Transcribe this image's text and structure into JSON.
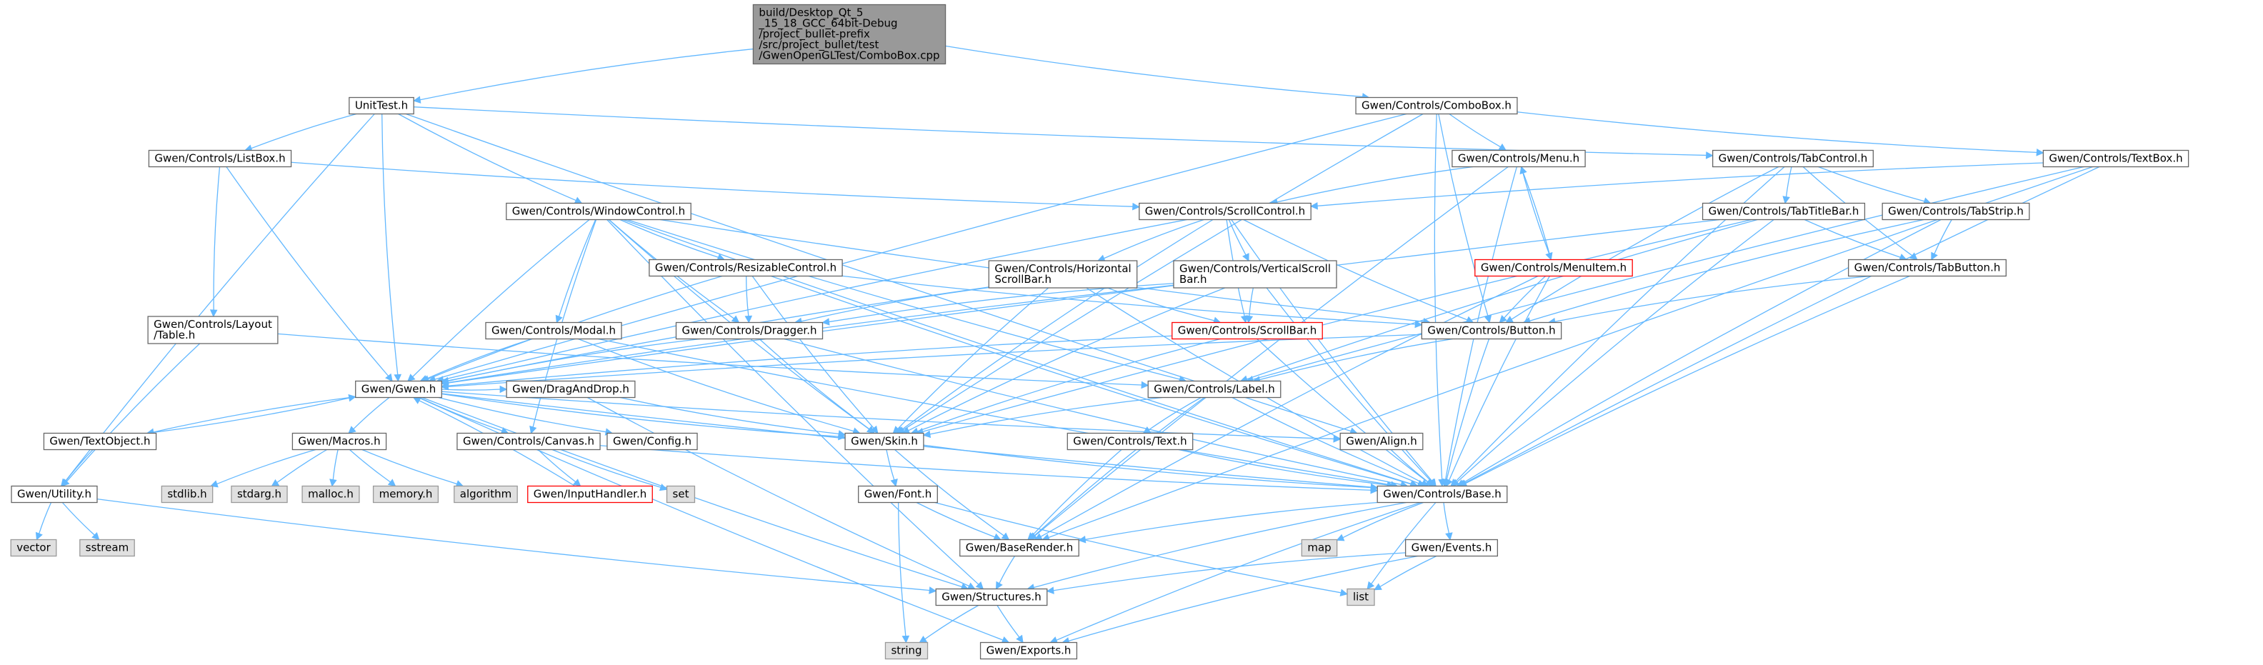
{
  "colors": {
    "edge": "#63b8ff",
    "node_border": "#666666",
    "node_border_incomplete": "#ff0000",
    "root_fill": "#999999",
    "node_fill": "#ffffff",
    "system_fill": "#e0e0e0",
    "system_border": "#999999"
  },
  "nodes": [
    {
      "id": "root",
      "lines": [
        "build/Desktop_Qt_5",
        "_15_18_GCC_64bit-Debug",
        "/project_bullet-prefix",
        "/src/project_bullet/test",
        "/GwenOpenGLTest/ComboBox.cpp"
      ],
      "kind": "root"
    },
    {
      "id": "unittest",
      "lines": [
        "UnitTest.h"
      ],
      "kind": "normal"
    },
    {
      "id": "combobox",
      "lines": [
        "Gwen/Controls/ComboBox.h"
      ],
      "kind": "normal"
    },
    {
      "id": "listbox",
      "lines": [
        "Gwen/Controls/ListBox.h"
      ],
      "kind": "normal"
    },
    {
      "id": "windowcontrol",
      "lines": [
        "Gwen/Controls/WindowControl.h"
      ],
      "kind": "normal"
    },
    {
      "id": "menu",
      "lines": [
        "Gwen/Controls/Menu.h"
      ],
      "kind": "normal"
    },
    {
      "id": "tabcontrol",
      "lines": [
        "Gwen/Controls/TabControl.h"
      ],
      "kind": "normal"
    },
    {
      "id": "textbox",
      "lines": [
        "Gwen/Controls/TextBox.h"
      ],
      "kind": "normal"
    },
    {
      "id": "scrollcontrol",
      "lines": [
        "Gwen/Controls/ScrollControl.h"
      ],
      "kind": "normal"
    },
    {
      "id": "tabtitlebar",
      "lines": [
        "Gwen/Controls/TabTitleBar.h"
      ],
      "kind": "normal"
    },
    {
      "id": "tabstrip",
      "lines": [
        "Gwen/Controls/TabStrip.h"
      ],
      "kind": "normal"
    },
    {
      "id": "resizable",
      "lines": [
        "Gwen/Controls/ResizableControl.h"
      ],
      "kind": "normal"
    },
    {
      "id": "hscroll",
      "lines": [
        "Gwen/Controls/Horizontal",
        "ScrollBar.h"
      ],
      "kind": "normal"
    },
    {
      "id": "vscroll",
      "lines": [
        "Gwen/Controls/VerticalScroll",
        "Bar.h"
      ],
      "kind": "normal"
    },
    {
      "id": "menuitem",
      "lines": [
        "Gwen/Controls/MenuItem.h"
      ],
      "kind": "incomplete"
    },
    {
      "id": "tabbutton",
      "lines": [
        "Gwen/Controls/TabButton.h"
      ],
      "kind": "normal"
    },
    {
      "id": "layouttable",
      "lines": [
        "Gwen/Controls/Layout",
        "/Table.h"
      ],
      "kind": "normal"
    },
    {
      "id": "modal",
      "lines": [
        "Gwen/Controls/Modal.h"
      ],
      "kind": "normal"
    },
    {
      "id": "dragger",
      "lines": [
        "Gwen/Controls/Dragger.h"
      ],
      "kind": "normal"
    },
    {
      "id": "scrollbar",
      "lines": [
        "Gwen/Controls/ScrollBar.h"
      ],
      "kind": "incomplete"
    },
    {
      "id": "button",
      "lines": [
        "Gwen/Controls/Button.h"
      ],
      "kind": "normal"
    },
    {
      "id": "gwen",
      "lines": [
        "Gwen/Gwen.h"
      ],
      "kind": "normal"
    },
    {
      "id": "draganddrop",
      "lines": [
        "Gwen/DragAndDrop.h"
      ],
      "kind": "normal"
    },
    {
      "id": "label",
      "lines": [
        "Gwen/Controls/Label.h"
      ],
      "kind": "normal"
    },
    {
      "id": "textobject",
      "lines": [
        "Gwen/TextObject.h"
      ],
      "kind": "normal"
    },
    {
      "id": "macros",
      "lines": [
        "Gwen/Macros.h"
      ],
      "kind": "normal"
    },
    {
      "id": "canvas",
      "lines": [
        "Gwen/Controls/Canvas.h"
      ],
      "kind": "normal"
    },
    {
      "id": "config",
      "lines": [
        "Gwen/Config.h"
      ],
      "kind": "normal"
    },
    {
      "id": "skin",
      "lines": [
        "Gwen/Skin.h"
      ],
      "kind": "normal"
    },
    {
      "id": "text",
      "lines": [
        "Gwen/Controls/Text.h"
      ],
      "kind": "normal"
    },
    {
      "id": "align",
      "lines": [
        "Gwen/Align.h"
      ],
      "kind": "normal"
    },
    {
      "id": "utility",
      "lines": [
        "Gwen/Utility.h"
      ],
      "kind": "normal"
    },
    {
      "id": "stdlib",
      "lines": [
        "stdlib.h"
      ],
      "kind": "system"
    },
    {
      "id": "stdarg",
      "lines": [
        "stdarg.h"
      ],
      "kind": "system"
    },
    {
      "id": "malloc",
      "lines": [
        "malloc.h"
      ],
      "kind": "system"
    },
    {
      "id": "memory",
      "lines": [
        "memory.h"
      ],
      "kind": "system"
    },
    {
      "id": "algorithm",
      "lines": [
        "algorithm"
      ],
      "kind": "system"
    },
    {
      "id": "inputhandler",
      "lines": [
        "Gwen/InputHandler.h"
      ],
      "kind": "incomplete"
    },
    {
      "id": "set",
      "lines": [
        "set"
      ],
      "kind": "system"
    },
    {
      "id": "base",
      "lines": [
        "Gwen/Controls/Base.h"
      ],
      "kind": "normal"
    },
    {
      "id": "vector",
      "lines": [
        "vector"
      ],
      "kind": "system"
    },
    {
      "id": "sstream",
      "lines": [
        "sstream"
      ],
      "kind": "system"
    },
    {
      "id": "font",
      "lines": [
        "Gwen/Font.h"
      ],
      "kind": "normal"
    },
    {
      "id": "baserender",
      "lines": [
        "Gwen/BaseRender.h"
      ],
      "kind": "normal"
    },
    {
      "id": "map",
      "lines": [
        "map"
      ],
      "kind": "system"
    },
    {
      "id": "events",
      "lines": [
        "Gwen/Events.h"
      ],
      "kind": "normal"
    },
    {
      "id": "list",
      "lines": [
        "list"
      ],
      "kind": "system"
    },
    {
      "id": "structures",
      "lines": [
        "Gwen/Structures.h"
      ],
      "kind": "normal"
    },
    {
      "id": "string",
      "lines": [
        "string"
      ],
      "kind": "system"
    },
    {
      "id": "exports",
      "lines": [
        "Gwen/Exports.h"
      ],
      "kind": "normal"
    }
  ],
  "edges": [
    [
      "root",
      "unittest"
    ],
    [
      "root",
      "combobox"
    ],
    [
      "unittest",
      "listbox"
    ],
    [
      "unittest",
      "windowcontrol"
    ],
    [
      "unittest",
      "gwen"
    ],
    [
      "unittest",
      "utility"
    ],
    [
      "unittest",
      "tabcontrol"
    ],
    [
      "unittest",
      "align"
    ],
    [
      "combobox",
      "menu"
    ],
    [
      "combobox",
      "textbox"
    ],
    [
      "combobox",
      "button"
    ],
    [
      "combobox",
      "base"
    ],
    [
      "combobox",
      "gwen"
    ],
    [
      "combobox",
      "skin"
    ],
    [
      "listbox",
      "scrollcontrol"
    ],
    [
      "listbox",
      "layouttable"
    ],
    [
      "listbox",
      "gwen"
    ],
    [
      "windowcontrol",
      "resizable"
    ],
    [
      "windowcontrol",
      "modal"
    ],
    [
      "windowcontrol",
      "dragger"
    ],
    [
      "windowcontrol",
      "label"
    ],
    [
      "windowcontrol",
      "button"
    ],
    [
      "windowcontrol",
      "gwen"
    ],
    [
      "windowcontrol",
      "skin"
    ],
    [
      "windowcontrol",
      "base"
    ],
    [
      "windowcontrol",
      "structures"
    ],
    [
      "windowcontrol",
      "canvas"
    ],
    [
      "menu",
      "scrollcontrol"
    ],
    [
      "menu",
      "menuitem"
    ],
    [
      "menu",
      "base"
    ],
    [
      "menu",
      "baserender"
    ],
    [
      "tabcontrol",
      "tabtitlebar"
    ],
    [
      "tabcontrol",
      "tabstrip"
    ],
    [
      "tabcontrol",
      "tabbutton"
    ],
    [
      "tabcontrol",
      "base"
    ],
    [
      "tabcontrol",
      "button"
    ],
    [
      "textbox",
      "scrollcontrol"
    ],
    [
      "textbox",
      "label"
    ],
    [
      "textbox",
      "base"
    ],
    [
      "textbox",
      "baserender"
    ],
    [
      "scrollcontrol",
      "hscroll"
    ],
    [
      "scrollcontrol",
      "vscroll"
    ],
    [
      "scrollcontrol",
      "scrollbar"
    ],
    [
      "scrollcontrol",
      "button"
    ],
    [
      "scrollcontrol",
      "base"
    ],
    [
      "scrollcontrol",
      "skin"
    ],
    [
      "scrollcontrol",
      "gwen"
    ],
    [
      "tabtitlebar",
      "label"
    ],
    [
      "tabtitlebar",
      "tabbutton"
    ],
    [
      "tabtitlebar",
      "base"
    ],
    [
      "tabtitlebar",
      "gwen"
    ],
    [
      "tabtitlebar",
      "skin"
    ],
    [
      "tabstrip",
      "tabbutton"
    ],
    [
      "tabstrip",
      "button"
    ],
    [
      "tabstrip",
      "base"
    ],
    [
      "resizable",
      "dragger"
    ],
    [
      "resizable",
      "button"
    ],
    [
      "resizable",
      "gwen"
    ],
    [
      "resizable",
      "skin"
    ],
    [
      "resizable",
      "base"
    ],
    [
      "hscroll",
      "scrollbar"
    ],
    [
      "hscroll",
      "dragger"
    ],
    [
      "hscroll",
      "gwen"
    ],
    [
      "hscroll",
      "skin"
    ],
    [
      "hscroll",
      "base"
    ],
    [
      "vscroll",
      "scrollbar"
    ],
    [
      "vscroll",
      "dragger"
    ],
    [
      "vscroll",
      "gwen"
    ],
    [
      "vscroll",
      "skin"
    ],
    [
      "vscroll",
      "base"
    ],
    [
      "menuitem",
      "menu"
    ],
    [
      "menuitem",
      "button"
    ],
    [
      "menuitem",
      "base"
    ],
    [
      "menuitem",
      "baserender"
    ],
    [
      "tabbutton",
      "button"
    ],
    [
      "tabbutton",
      "base"
    ],
    [
      "layouttable",
      "label"
    ],
    [
      "layouttable",
      "utility"
    ],
    [
      "modal",
      "gwen"
    ],
    [
      "modal",
      "skin"
    ],
    [
      "modal",
      "base"
    ],
    [
      "dragger",
      "gwen"
    ],
    [
      "dragger",
      "skin"
    ],
    [
      "dragger",
      "base"
    ],
    [
      "scrollbar",
      "gwen"
    ],
    [
      "scrollbar",
      "base"
    ],
    [
      "scrollbar",
      "skin"
    ],
    [
      "button",
      "label"
    ],
    [
      "button",
      "gwen"
    ],
    [
      "button",
      "base"
    ],
    [
      "gwen",
      "macros"
    ],
    [
      "gwen",
      "textobject"
    ],
    [
      "gwen",
      "canvas"
    ],
    [
      "gwen",
      "config"
    ],
    [
      "gwen",
      "skin"
    ],
    [
      "gwen",
      "align"
    ],
    [
      "gwen",
      "base"
    ],
    [
      "gwen",
      "structures"
    ],
    [
      "gwen",
      "exports"
    ],
    [
      "gwen",
      "draganddrop"
    ],
    [
      "draganddrop",
      "skin"
    ],
    [
      "draganddrop",
      "structures"
    ],
    [
      "label",
      "text"
    ],
    [
      "label",
      "base"
    ],
    [
      "label",
      "baserender"
    ],
    [
      "label",
      "skin"
    ],
    [
      "textobject",
      "gwen"
    ],
    [
      "textobject",
      "utility"
    ],
    [
      "macros",
      "stdlib"
    ],
    [
      "macros",
      "stdarg"
    ],
    [
      "macros",
      "malloc"
    ],
    [
      "macros",
      "memory"
    ],
    [
      "macros",
      "algorithm"
    ],
    [
      "canvas",
      "inputhandler"
    ],
    [
      "canvas",
      "set"
    ],
    [
      "canvas",
      "base"
    ],
    [
      "skin",
      "font"
    ],
    [
      "skin",
      "baserender"
    ],
    [
      "skin",
      "base"
    ],
    [
      "text",
      "baserender"
    ],
    [
      "text",
      "base"
    ],
    [
      "align",
      "base"
    ],
    [
      "inputhandler",
      "gwen"
    ],
    [
      "utility",
      "vector"
    ],
    [
      "utility",
      "sstream"
    ],
    [
      "utility",
      "structures"
    ],
    [
      "base",
      "baserender"
    ],
    [
      "base",
      "events"
    ],
    [
      "base",
      "map"
    ],
    [
      "base",
      "list"
    ],
    [
      "base",
      "structures"
    ],
    [
      "base",
      "exports"
    ],
    [
      "font",
      "string"
    ],
    [
      "font",
      "list"
    ],
    [
      "font",
      "baserender"
    ],
    [
      "baserender",
      "structures"
    ],
    [
      "events",
      "structures"
    ],
    [
      "events",
      "list"
    ],
    [
      "events",
      "exports"
    ],
    [
      "structures",
      "string"
    ],
    [
      "structures",
      "exports"
    ]
  ]
}
